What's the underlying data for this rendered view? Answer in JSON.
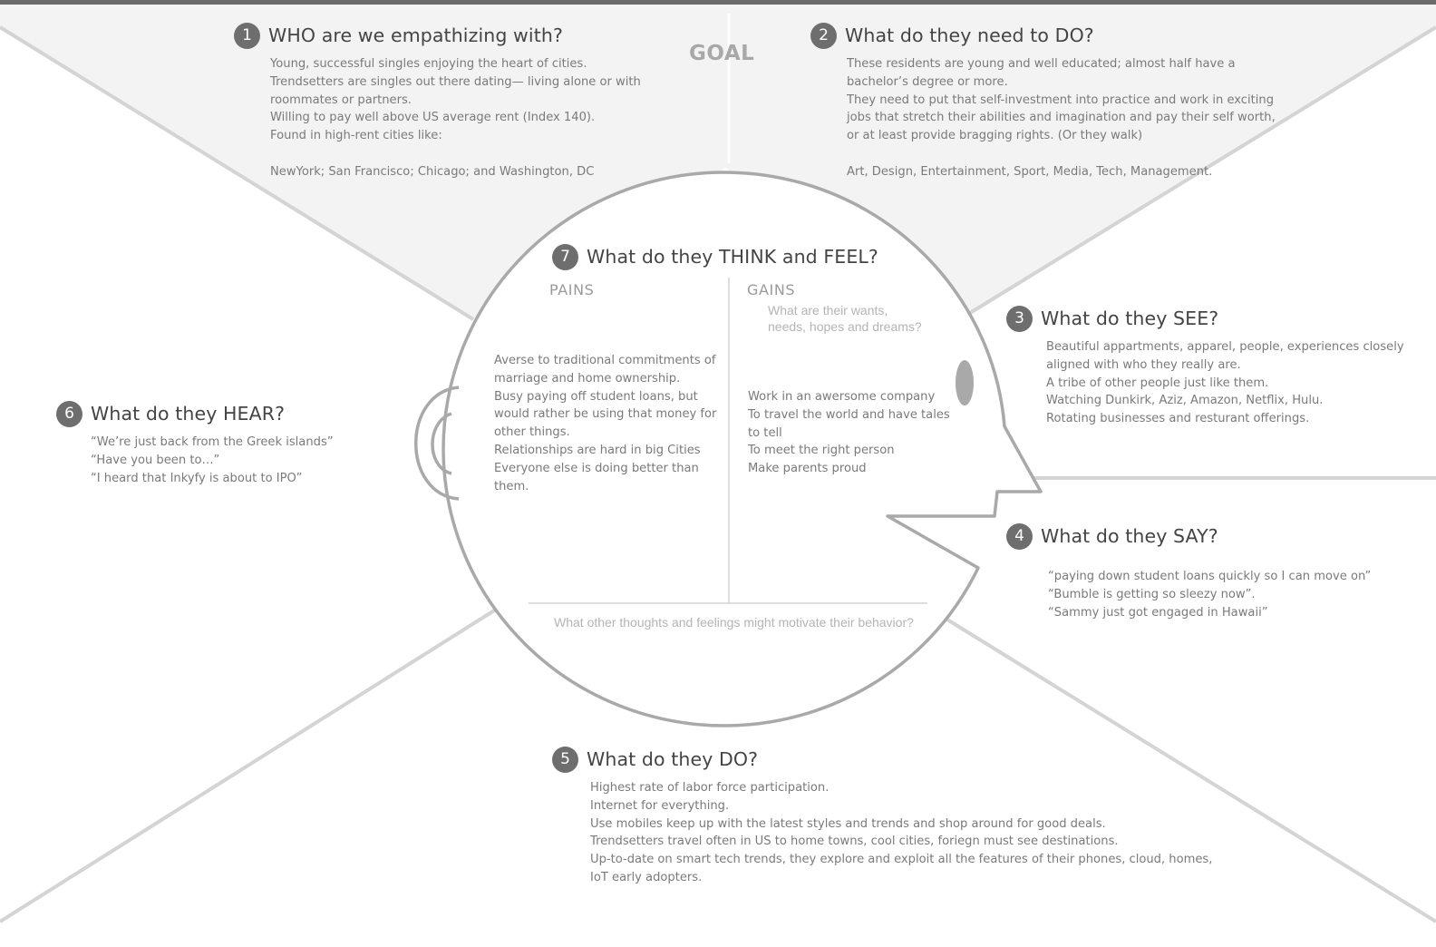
{
  "goal_label": "GOAL",
  "sections": {
    "who": {
      "number": "1",
      "title": "WHO are we empathizing with?",
      "lines": [
        "Young, successful singles enjoying the heart of cities.",
        "Trendsetters are singles out there dating— living alone or with",
        "roommates or partners.",
        "Willing to pay well above US average rent (Index 140).",
        "Found in high-rent cities like:",
        "",
        "NewYork; San Francisco; Chicago; and Washington, DC"
      ]
    },
    "need_to_do": {
      "number": "2",
      "title": "What do they need to DO?",
      "lines": [
        "These residents are young and well educated; almost half have a",
        "bachelor’s degree or more.",
        "They need to put that self-investment into practice and work in exciting",
        "jobs that stretch their abilities and imagination and pay their self worth,",
        "or at least provide bragging rights. (Or they walk)",
        "",
        "Art, Design, Entertainment, Sport, Media, Tech, Management."
      ]
    },
    "see": {
      "number": "3",
      "title": "What do they SEE?",
      "lines": [
        "Beautiful appartments, apparel, people, experiences closely",
        "aligned with who they really are.",
        "A tribe of other people just like them.",
        "Watching Dunkirk, Aziz, Amazon, Netflix, Hulu.",
        "Rotating businesses and resturant offerings."
      ]
    },
    "say": {
      "number": "4",
      "title": "What do they SAY?",
      "lines": [
        "“paying down student loans quickly so I can move on”",
        "“Bumble is getting so sleezy now”.",
        "“Sammy just got engaged in Hawaii”"
      ]
    },
    "do": {
      "number": "5",
      "title": "What do they DO?",
      "lines": [
        "Highest rate of labor force participation.",
        "Internet for everything.",
        "Use mobiles keep up with the latest styles and trends and shop around for good deals.",
        "Trendsetters travel often in US to home towns, cool cities, foriegn must see destinations.",
        "Up-to-date on smart tech trends, they explore and exploit all the features of their phones, cloud, homes,",
        "IoT early adopters."
      ]
    },
    "hear": {
      "number": "6",
      "title": "What do they HEAR?",
      "lines": [
        "“We’re just back from the Greek islands”",
        "“Have you been to…”",
        "“I heard that Inkyfy is about to IPO”"
      ]
    },
    "think_feel": {
      "number": "7",
      "title": "What do they THINK and FEEL?",
      "pains_label": "PAINS",
      "gains_label": "GAINS",
      "gains_hint": [
        "What are their wants,",
        "needs, hopes and dreams?"
      ],
      "pains_lines": [
        "Averse to traditional commitments of",
        "marriage and home ownership.",
        "Busy paying off student loans, but",
        "would rather be using that money for",
        "other things.",
        "Relationships are hard in big Cities",
        "Everyone else is doing better than",
        "them."
      ],
      "gains_lines": [
        "Work in an awersome company",
        "To travel the world and have tales",
        "to tell",
        "To meet the right person",
        "Make parents proud"
      ],
      "bottom_hint": "What other thoughts and feelings might motivate their behavior?"
    }
  },
  "colors": {
    "top_fill": "#f3f3f3",
    "line": "#d4d4d4",
    "head_outline": "#a9a9a9",
    "badge": "#6e6e6e",
    "top_bar": "#6b6b6b"
  }
}
